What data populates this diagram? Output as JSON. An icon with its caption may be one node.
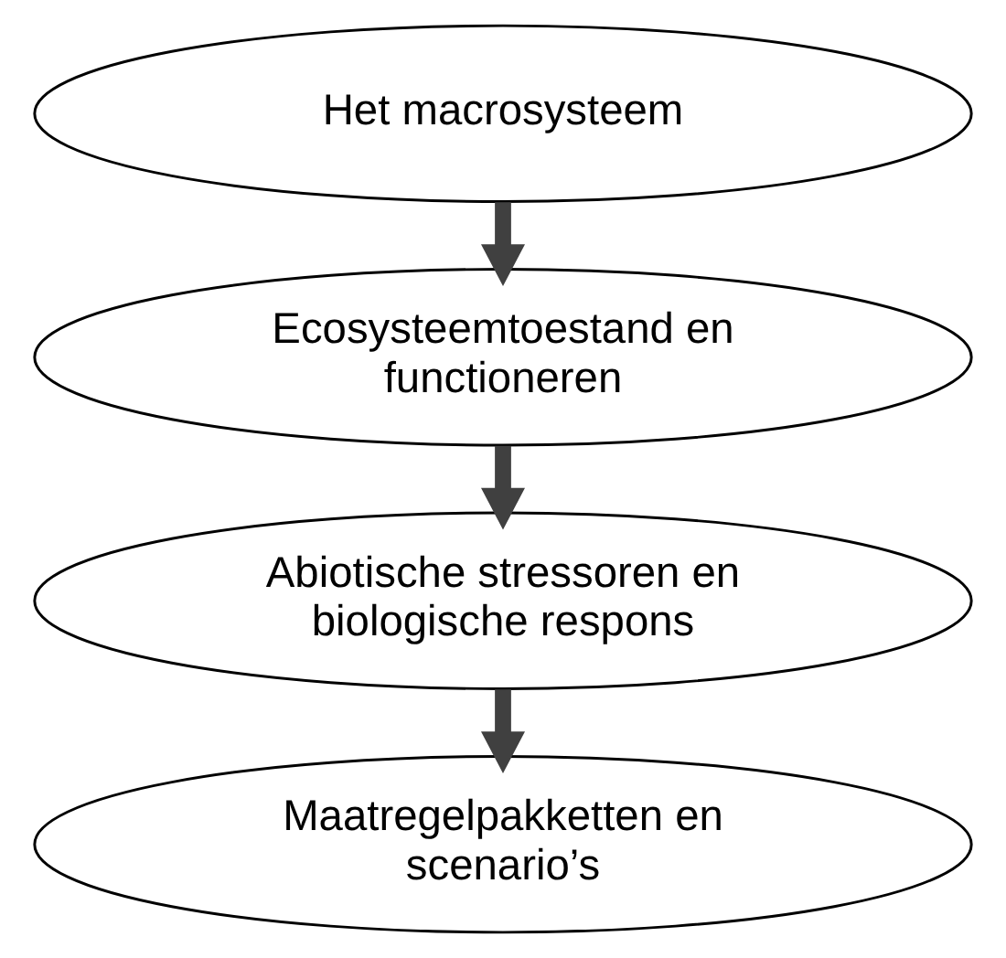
{
  "diagram": {
    "nodes": [
      {
        "text": [
          "Het macrosysteem"
        ]
      },
      {
        "text": [
          "Ecosysteemtoestand en functioneren"
        ]
      },
      {
        "text": [
          "Abiotische stressoren en biologische respons"
        ]
      },
      {
        "text": [
          "Maatregelpakketten en scenario’s"
        ]
      }
    ],
    "edges": [
      {
        "from": 0,
        "to": 1,
        "arrow": "to"
      },
      {
        "from": 1,
        "to": 2,
        "arrow": "to"
      },
      {
        "from": 2,
        "to": 3,
        "arrow": "to"
      }
    ]
  }
}
